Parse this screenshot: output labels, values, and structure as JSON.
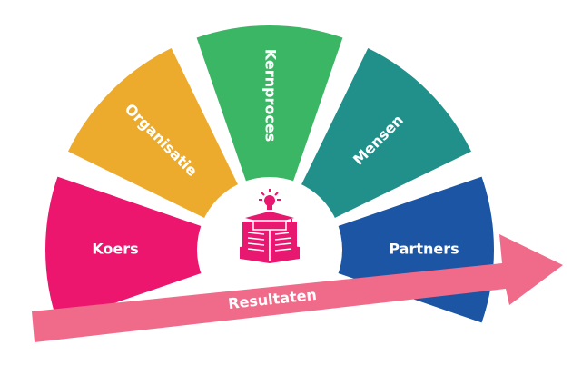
{
  "segments": [
    {
      "label": "Koers",
      "color": "#EC166F"
    },
    {
      "label": "Organisatie",
      "color": "#EDAB2E"
    },
    {
      "label": "Kernproces",
      "color": "#3BB664"
    },
    {
      "label": "Mensen",
      "color": "#22908A"
    },
    {
      "label": "Partners",
      "color": "#1C55A3"
    }
  ],
  "arrow": {
    "label": "Resultaten",
    "color": "#F06A8A"
  },
  "center_icon": {
    "name": "graduation-book-lightbulb-icon",
    "color": "#E8176F"
  }
}
